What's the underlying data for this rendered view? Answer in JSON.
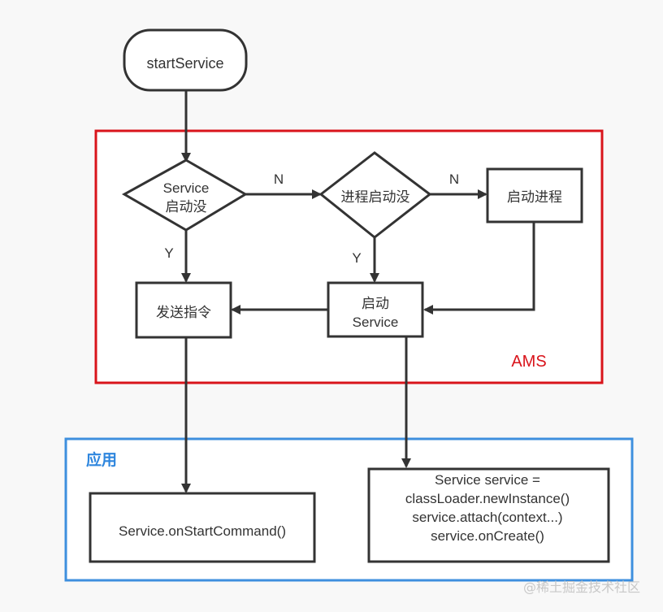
{
  "colors": {
    "background": "#f8f8f8",
    "ams_border": "#d9141b",
    "ams_label": "#d9141b",
    "app_border": "#3e8fde",
    "app_label": "#2e86de",
    "node_stroke": "#333333",
    "text": "#333333",
    "watermark": "#c8c8c8"
  },
  "groups": {
    "ams": {
      "label": "AMS"
    },
    "app": {
      "label": "应用"
    }
  },
  "nodes": {
    "start": {
      "shape": "terminator",
      "lines": [
        "startService"
      ]
    },
    "service_started": {
      "shape": "decision",
      "lines": [
        "Service",
        "启动没"
      ]
    },
    "process_started": {
      "shape": "decision",
      "lines": [
        "进程启动没"
      ]
    },
    "start_process": {
      "shape": "process",
      "lines": [
        "启动进程"
      ]
    },
    "send_command": {
      "shape": "process",
      "lines": [
        "发送指令"
      ]
    },
    "start_service": {
      "shape": "process",
      "lines": [
        "启动",
        "Service"
      ]
    },
    "on_start_command": {
      "shape": "process",
      "lines": [
        "Service.onStartCommand()"
      ]
    },
    "create_service": {
      "shape": "process",
      "lines": [
        "Service service =",
        "classLoader.newInstance()",
        "service.attach(context...)",
        "service.onCreate()"
      ]
    }
  },
  "edges": {
    "start_to_service_started": {
      "label": ""
    },
    "service_started_no": {
      "label": "N"
    },
    "service_started_yes": {
      "label": "Y"
    },
    "process_started_no": {
      "label": "N"
    },
    "process_started_yes": {
      "label": "Y"
    },
    "start_process_to_start_service": {
      "label": ""
    },
    "start_service_to_send_command": {
      "label": ""
    },
    "send_command_to_on_start_command": {
      "label": ""
    },
    "start_service_to_create_service": {
      "label": ""
    }
  },
  "watermark": "@稀土掘金技术社区"
}
